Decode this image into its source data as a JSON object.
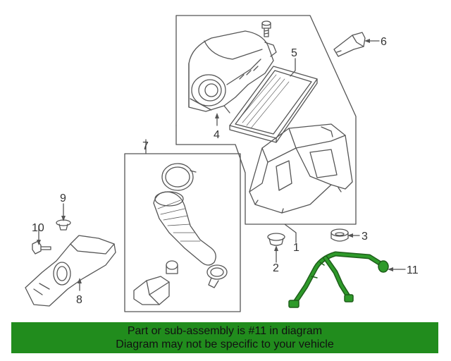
{
  "callouts": {
    "c1": "1",
    "c2": "2",
    "c3": "3",
    "c4": "4",
    "c5": "5",
    "c6": "6",
    "c7": "7",
    "c8": "8",
    "c9": "9",
    "c10": "10",
    "c11": "11"
  },
  "highlighted_part": "11",
  "banner": {
    "line1": "Part or sub-assembly is #11 in diagram",
    "line2": "Diagram may not be specific to your vehicle"
  },
  "colors": {
    "banner_bg": "#218c1d",
    "highlight": "#2e9a2a",
    "line": "#555555"
  }
}
